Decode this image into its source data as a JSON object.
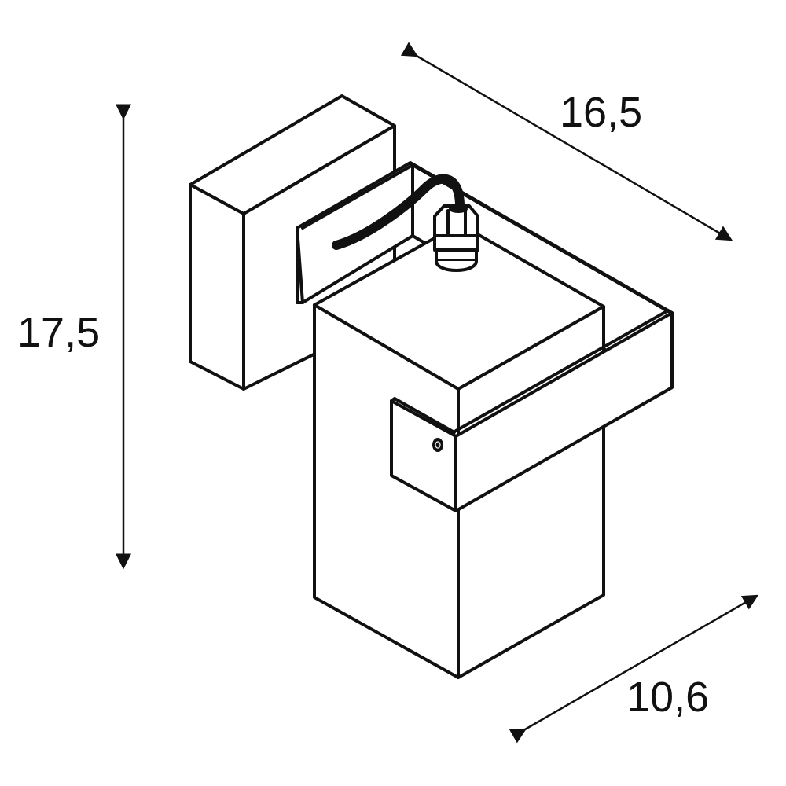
{
  "dimensions": {
    "depth": "16,5",
    "height": "17,5",
    "width": "10,6"
  },
  "colors": {
    "line": "#111111",
    "background": "#ffffff"
  }
}
